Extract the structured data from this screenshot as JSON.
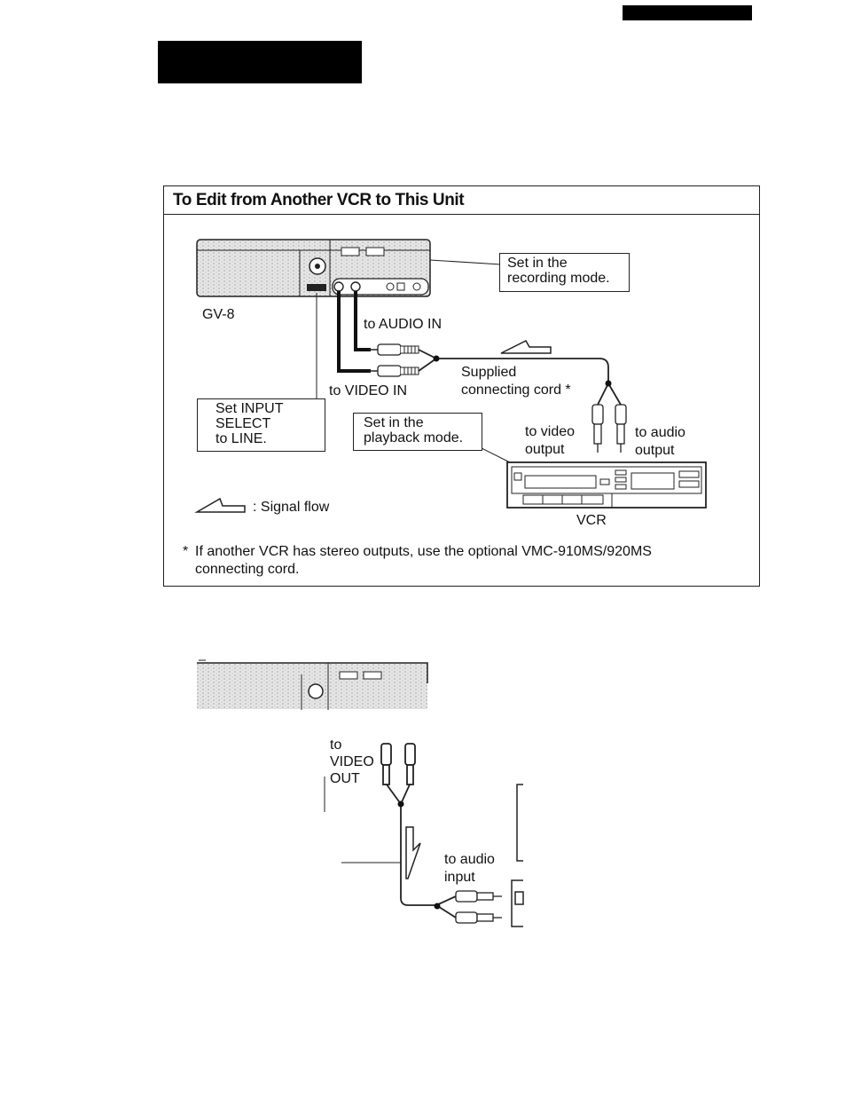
{
  "section": {
    "title": "To Edit from Another VCR to This Unit"
  },
  "diagram1": {
    "device_label": "GV-8",
    "recording_note": [
      "Set in the",
      "recording mode."
    ],
    "audio_in": "to AUDIO IN",
    "video_in": "to VIDEO IN",
    "cord_label": [
      "Supplied",
      "connecting cord"
    ],
    "cord_mark": "*",
    "input_select_note": [
      "Set INPUT",
      "SELECT",
      "to LINE."
    ],
    "playback_note": [
      "Set in the",
      "playback mode."
    ],
    "video_output": [
      "to video",
      "output"
    ],
    "audio_output": [
      "to audio",
      "output"
    ],
    "vcr_label": "VCR",
    "legend": ": Signal flow"
  },
  "footnote": {
    "mark": "*",
    "line1": "If another VCR has stereo outputs, use the optional VMC-910MS/920MS",
    "line2": "connecting cord."
  },
  "diagram2": {
    "video_out": [
      "to",
      "VIDEO",
      "OUT"
    ],
    "audio_input": [
      "to audio",
      "input"
    ]
  }
}
